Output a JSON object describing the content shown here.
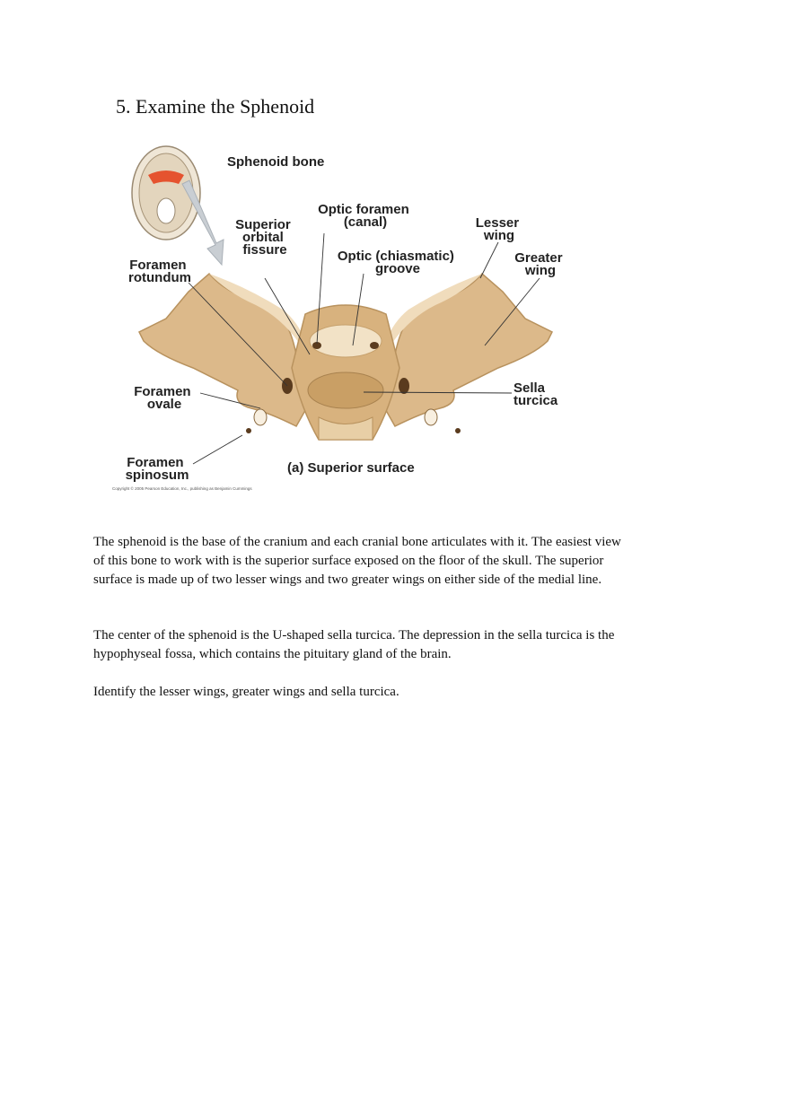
{
  "document": {
    "title": "5. Examine the Sphenoid",
    "paragraphs": [
      "The sphenoid is the base of the cranium and each cranial bone articulates with it. The easiest view of this bone to work with is the superior surface exposed on the floor of the skull. The superior surface is made up of two lesser wings and two greater wings on either side of the medial line.",
      "The center of the sphenoid is the U-shaped sella turcica. The depression in the sella turcica is the hypophyseal fossa, which contains the pituitary gland of the brain.",
      "Identify the lesser wings, greater wings and sella turcica."
    ]
  },
  "figure": {
    "heading": "Sphenoid bone",
    "caption": "(a) Superior surface",
    "copyright": "Copyright © 2005 Pearson Education, Inc., publishing as Benjamin Cummings",
    "labels": {
      "optic_foramen": [
        "Optic foramen",
        "(canal)"
      ],
      "superior_orbital_fissure": [
        "Superior",
        "orbital",
        "fissure"
      ],
      "lesser_wing": [
        "Lesser",
        "wing"
      ],
      "optic_groove": [
        "Optic (chiasmatic)",
        "groove"
      ],
      "greater_wing": [
        "Greater",
        "wing"
      ],
      "foramen_rotundum": [
        "Foramen",
        "rotundum"
      ],
      "foramen_ovale": [
        "Foramen",
        "ovale"
      ],
      "sella_turcica": [
        "Sella",
        "turcica"
      ],
      "foramen_spinosum": [
        "Foramen",
        "spinosum"
      ]
    },
    "colors": {
      "bone": "#dcb98a",
      "bone_dark": "#b8925e",
      "bone_light": "#f0dcbc",
      "highlight": "#e5532f",
      "arrow": "#c9ced3",
      "leader": "#333333"
    }
  }
}
